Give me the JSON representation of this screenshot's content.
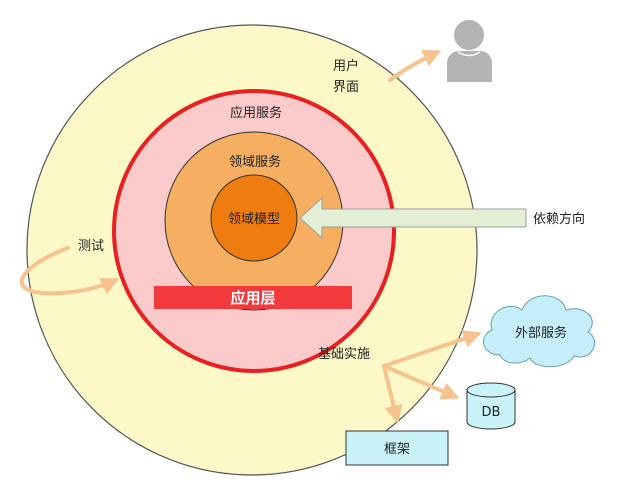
{
  "layers": {
    "ui": "用户\n界面",
    "app_service": "应用服务",
    "domain_service": "领域服务",
    "domain_model": "领域模型",
    "app_layer": "应用层",
    "infrastructure": "基础实施",
    "test": "测试"
  },
  "labels": {
    "dependency": "依赖方向",
    "external_service": "外部服务",
    "db": "DB",
    "framework": "框架"
  },
  "colors": {
    "outer_ring": "#fdf8c8",
    "outer_ring_stroke": "#555555",
    "app_ring": "#fbcaca",
    "app_ring_stroke": "#e82020",
    "domain_service": "#f6ae60",
    "domain_model": "#ee7c0e",
    "app_layer_bar": "#f2393c",
    "arrow": "#f6c28d",
    "dependency_arrow": "#e2efd4",
    "cloud": "#c5eef9",
    "framework_box": "#c9f3f9",
    "user_icon": "#b4b4b4"
  },
  "icons": {
    "user": "user-icon",
    "cloud": "cloud-icon",
    "db": "database-icon"
  }
}
